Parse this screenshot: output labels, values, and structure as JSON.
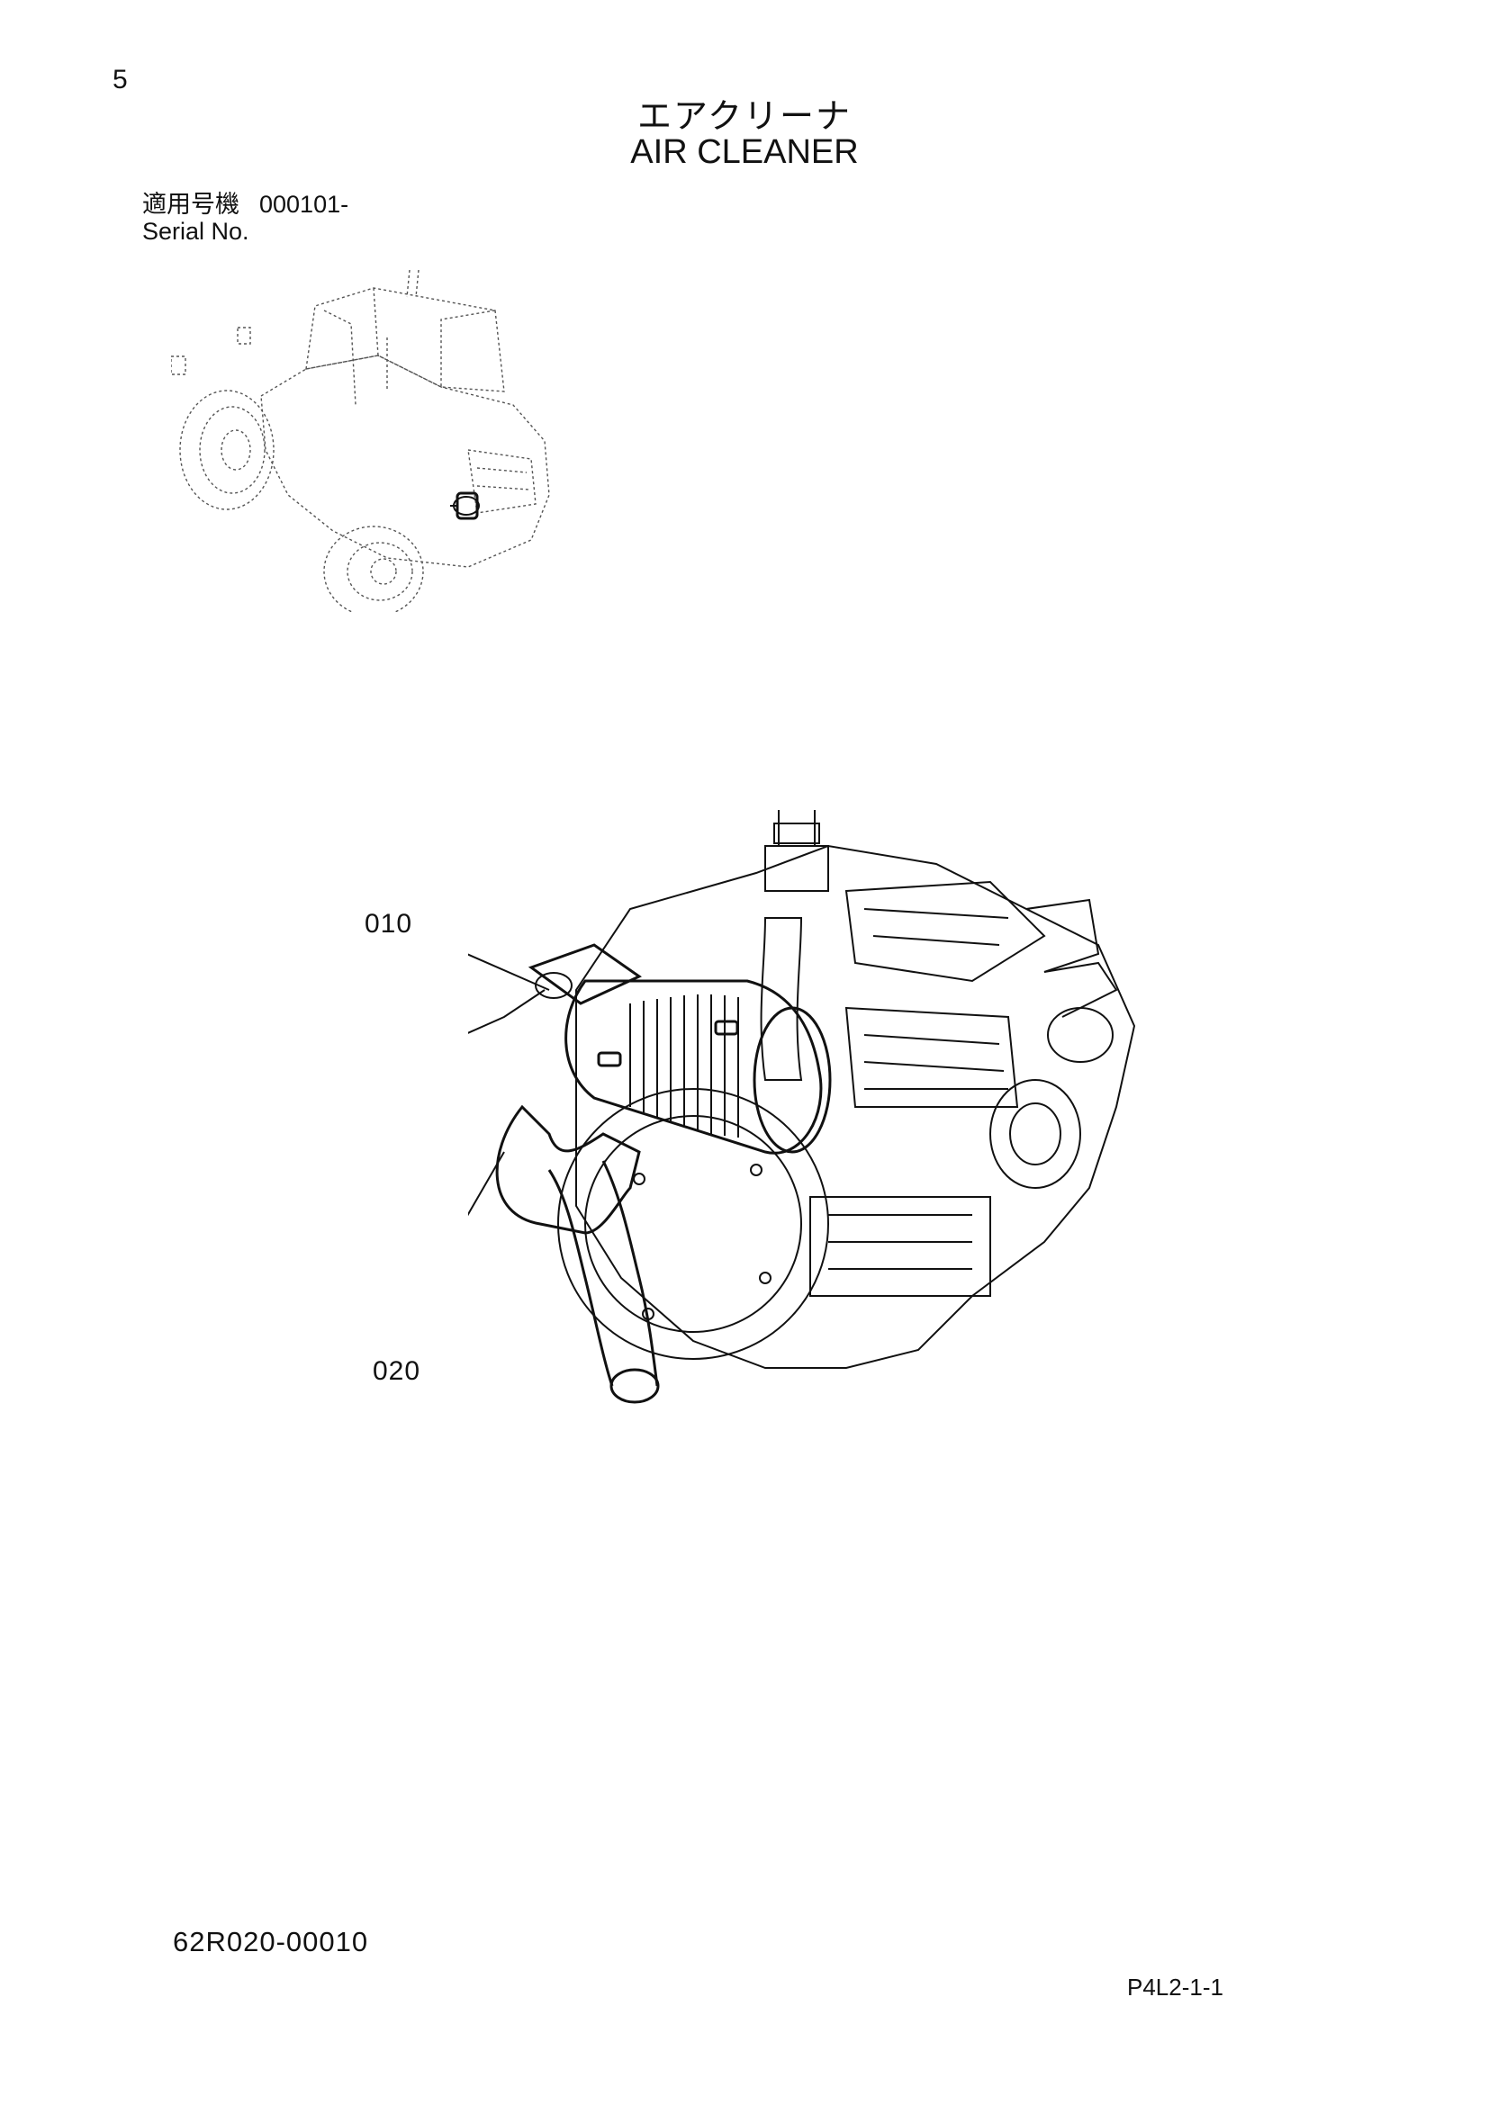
{
  "header": {
    "page_number": "5",
    "title_ja": "エアクリーナ",
    "title_en": "AIR CLEANER"
  },
  "serial": {
    "label_ja": "適用号機",
    "value": "000101-",
    "label_en": "Serial No."
  },
  "callouts": {
    "part_010": "010",
    "part_020": "020"
  },
  "footer": {
    "figure_number": "62R020-00010",
    "page_code": "P4L2-1-1"
  }
}
